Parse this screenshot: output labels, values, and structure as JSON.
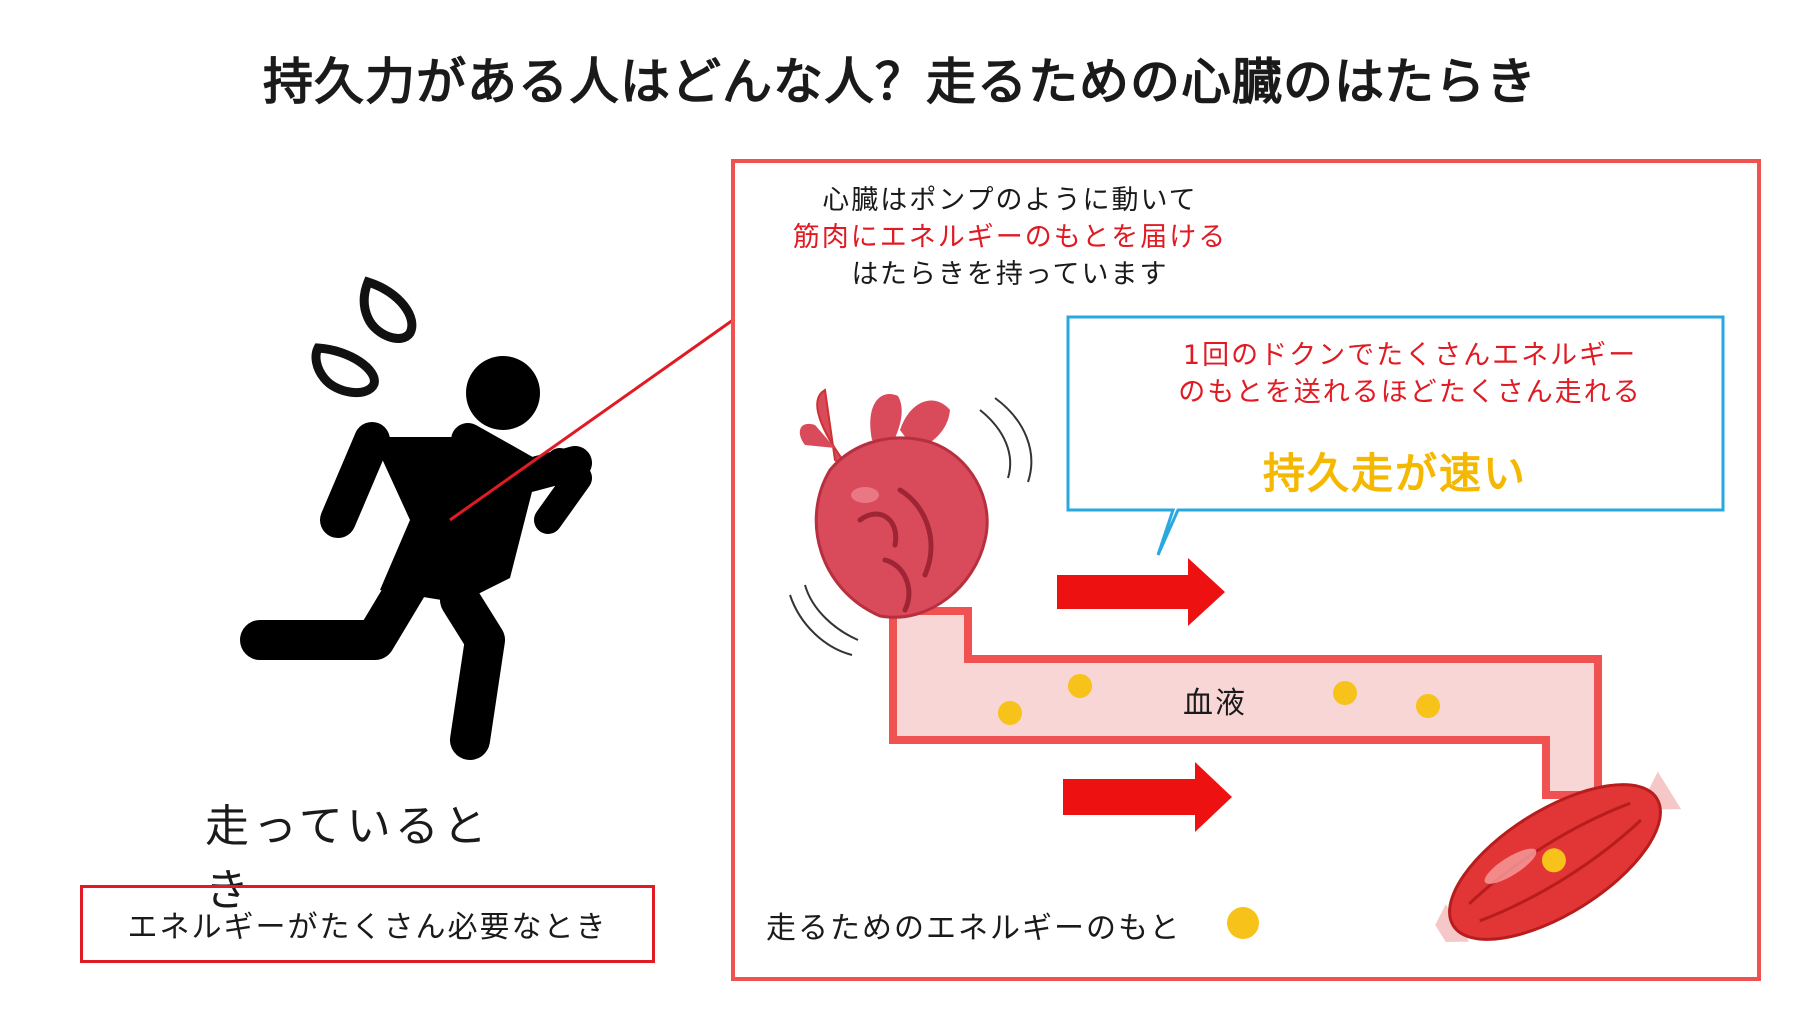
{
  "title": "持久力がある人はどんな人？走るための心臓のはたらき",
  "left": {
    "running_label": "走っているとき",
    "need_box": "エネルギーがたくさん必要なとき"
  },
  "panel": {
    "intro": {
      "line1": "心臓はポンプのように動いて",
      "line2": "筋肉にエネルギーのもとを届ける",
      "line3": "はたらきを持っています"
    },
    "callout": {
      "line1": "1回のドクンでたくさんエネルギー",
      "line2": "のもとを送れるほどたくさん走れる",
      "emphasis": "持久走が速い"
    },
    "blood_label": "血液",
    "legend_text": "走るためのエネルギーのもと"
  },
  "colors": {
    "frame_red": "#f05252",
    "label_red": "#e01b24",
    "arrow_red": "#ee1111",
    "callout_blue": "#29a8e0",
    "emphasis_yellow": "#f5b800",
    "energy_dot": "#f7c21a",
    "vessel_fill": "#f9d6d6",
    "vessel_stroke": "#f05252"
  },
  "icons": [
    "sweat-drop-icon",
    "running-person-icon",
    "heart-icon",
    "muscle-icon",
    "right-arrow-icon",
    "energy-dot-icon"
  ]
}
